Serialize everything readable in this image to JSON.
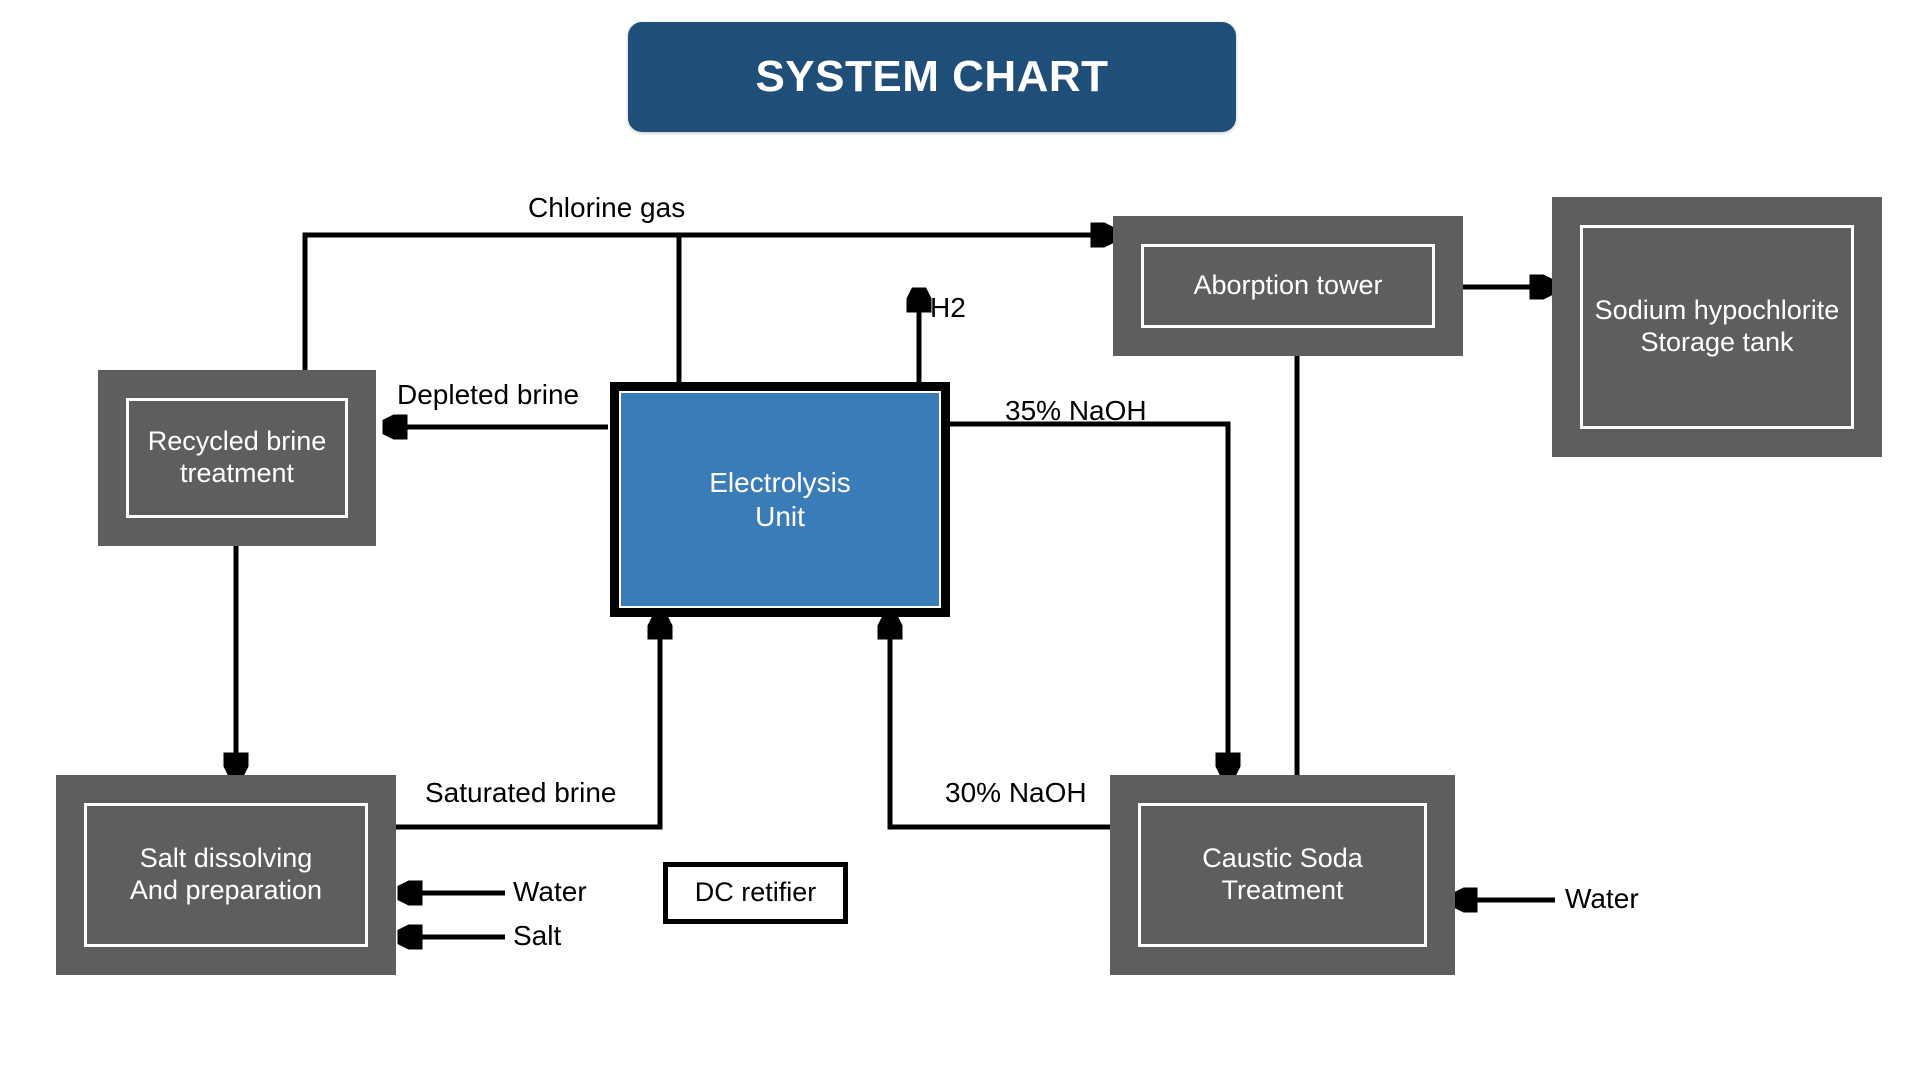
{
  "title": {
    "text": "SYSTEM CHART",
    "background": "#1F4E79",
    "color": "#ffffff"
  },
  "palette": {
    "process_gray": "#5E5E5E",
    "electrolysis_blue": "#3A7CB8",
    "line_black": "#000000",
    "page_background": "#ffffff"
  },
  "nodes": {
    "recycled_brine": {
      "label": "Recycled brine\ntreatment",
      "style": "gray"
    },
    "electrolysis": {
      "label": "Electrolysis\nUnit",
      "style": "blue"
    },
    "absorption_tower": {
      "label": "Aborption tower",
      "style": "gray"
    },
    "storage_tank": {
      "label": "Sodium hypochlorite\nStorage tank",
      "style": "gray"
    },
    "salt_dissolving": {
      "label": "Salt dissolving\nAnd preparation",
      "style": "gray"
    },
    "caustic_soda": {
      "label": "Caustic Soda\nTreatment",
      "style": "gray"
    },
    "dc_rectifier": {
      "label": "DC retifier",
      "style": "plain"
    }
  },
  "edge_labels": {
    "chlorine_gas": "Chlorine gas",
    "depleted_brine": "Depleted brine",
    "h2": "H2",
    "naoh_35": "35% NaOH",
    "naoh_30": "30% NaOH",
    "saturated_brine": "Saturated brine",
    "water_salt_plant": "Water",
    "salt_input": "Salt",
    "water_caustic": "Water"
  },
  "chart_data": {
    "type": "diagram",
    "title": "SYSTEM CHART",
    "diagram_kind": "process-flow",
    "nodes": [
      {
        "id": "recycled_brine",
        "label": "Recycled brine treatment",
        "fill": "#5E5E5E"
      },
      {
        "id": "electrolysis",
        "label": "Electrolysis Unit",
        "fill": "#3A7CB8"
      },
      {
        "id": "absorption_tower",
        "label": "Aborption tower",
        "fill": "#5E5E5E"
      },
      {
        "id": "storage_tank",
        "label": "Sodium hypochlorite Storage tank",
        "fill": "#5E5E5E"
      },
      {
        "id": "salt_dissolving",
        "label": "Salt dissolving And preparation",
        "fill": "#5E5E5E"
      },
      {
        "id": "caustic_soda",
        "label": "Caustic Soda Treatment",
        "fill": "#5E5E5E"
      },
      {
        "id": "dc_rectifier",
        "label": "DC retifier",
        "fill": "#ffffff"
      }
    ],
    "edges": [
      {
        "from": "electrolysis",
        "to": "absorption_tower",
        "label": "Chlorine gas",
        "arrow": true
      },
      {
        "from": "electrolysis",
        "to": "recycled_brine",
        "label": "Depleted brine",
        "arrow": true
      },
      {
        "from": "electrolysis",
        "to": "atmosphere",
        "label": "H2",
        "arrow": true
      },
      {
        "from": "electrolysis",
        "to": "caustic_soda",
        "label": "35% NaOH",
        "arrow": true
      },
      {
        "from": "caustic_soda",
        "to": "electrolysis",
        "label": "30% NaOH",
        "arrow": true
      },
      {
        "from": "salt_dissolving",
        "to": "electrolysis",
        "label": "Saturated brine",
        "arrow": true
      },
      {
        "from": "recycled_brine",
        "to": "salt_dissolving",
        "label": "",
        "arrow": true
      },
      {
        "from": "absorption_tower",
        "to": "storage_tank",
        "label": "",
        "arrow": true
      },
      {
        "from": "absorption_tower",
        "to": "caustic_soda",
        "label": "",
        "arrow": false
      },
      {
        "from": "water",
        "to": "salt_dissolving",
        "label": "Water",
        "arrow": true
      },
      {
        "from": "salt",
        "to": "salt_dissolving",
        "label": "Salt",
        "arrow": true
      },
      {
        "from": "water",
        "to": "caustic_soda",
        "label": "Water",
        "arrow": true
      }
    ]
  }
}
